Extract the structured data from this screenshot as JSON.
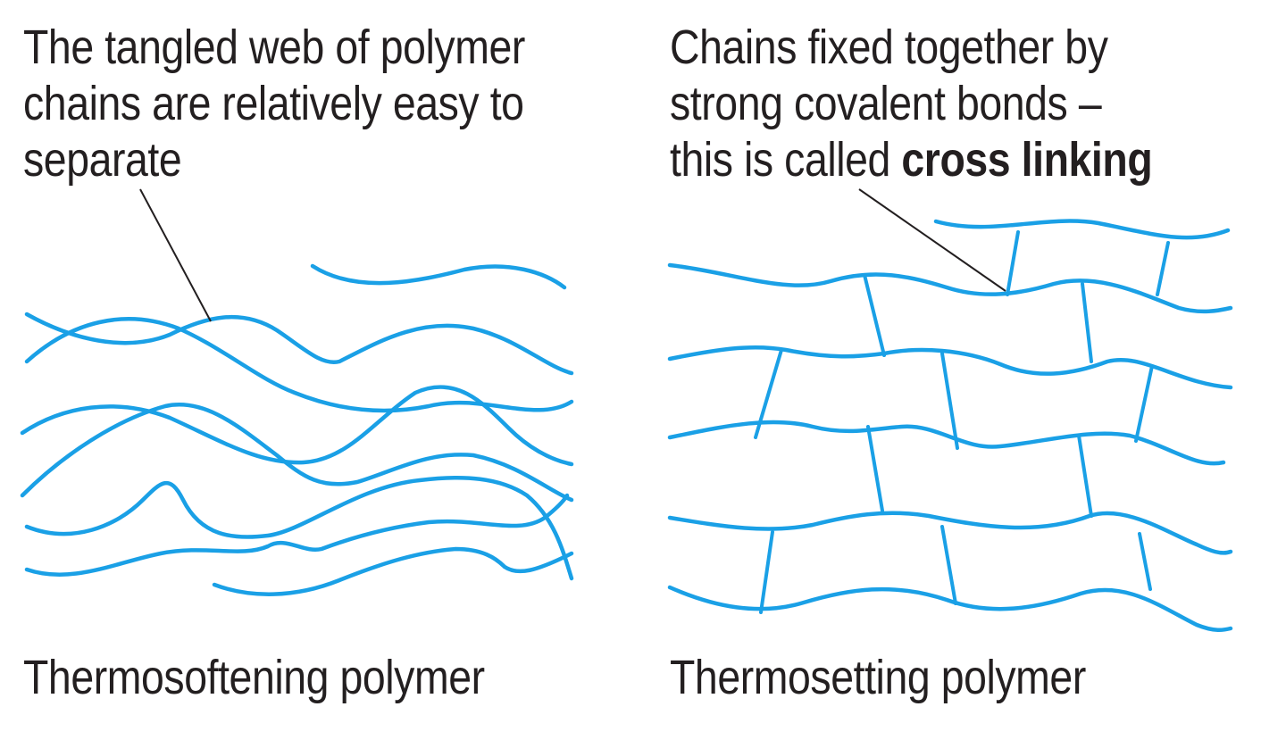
{
  "colors": {
    "chain": "#1aa0e6",
    "text": "#231f20",
    "leader": "#231f20",
    "background": "#ffffff"
  },
  "left": {
    "note_lines": [
      "The tangled web of polymer",
      "chains are relatively easy to",
      "separate"
    ],
    "caption": "Thermosoftening polymer"
  },
  "right": {
    "note_lines": [
      "Chains fixed together by",
      "strong covalent bonds –"
    ],
    "note_line3_prefix": "this is called ",
    "note_line3_bold": "cross linking",
    "caption": "Thermosetting polymer"
  }
}
